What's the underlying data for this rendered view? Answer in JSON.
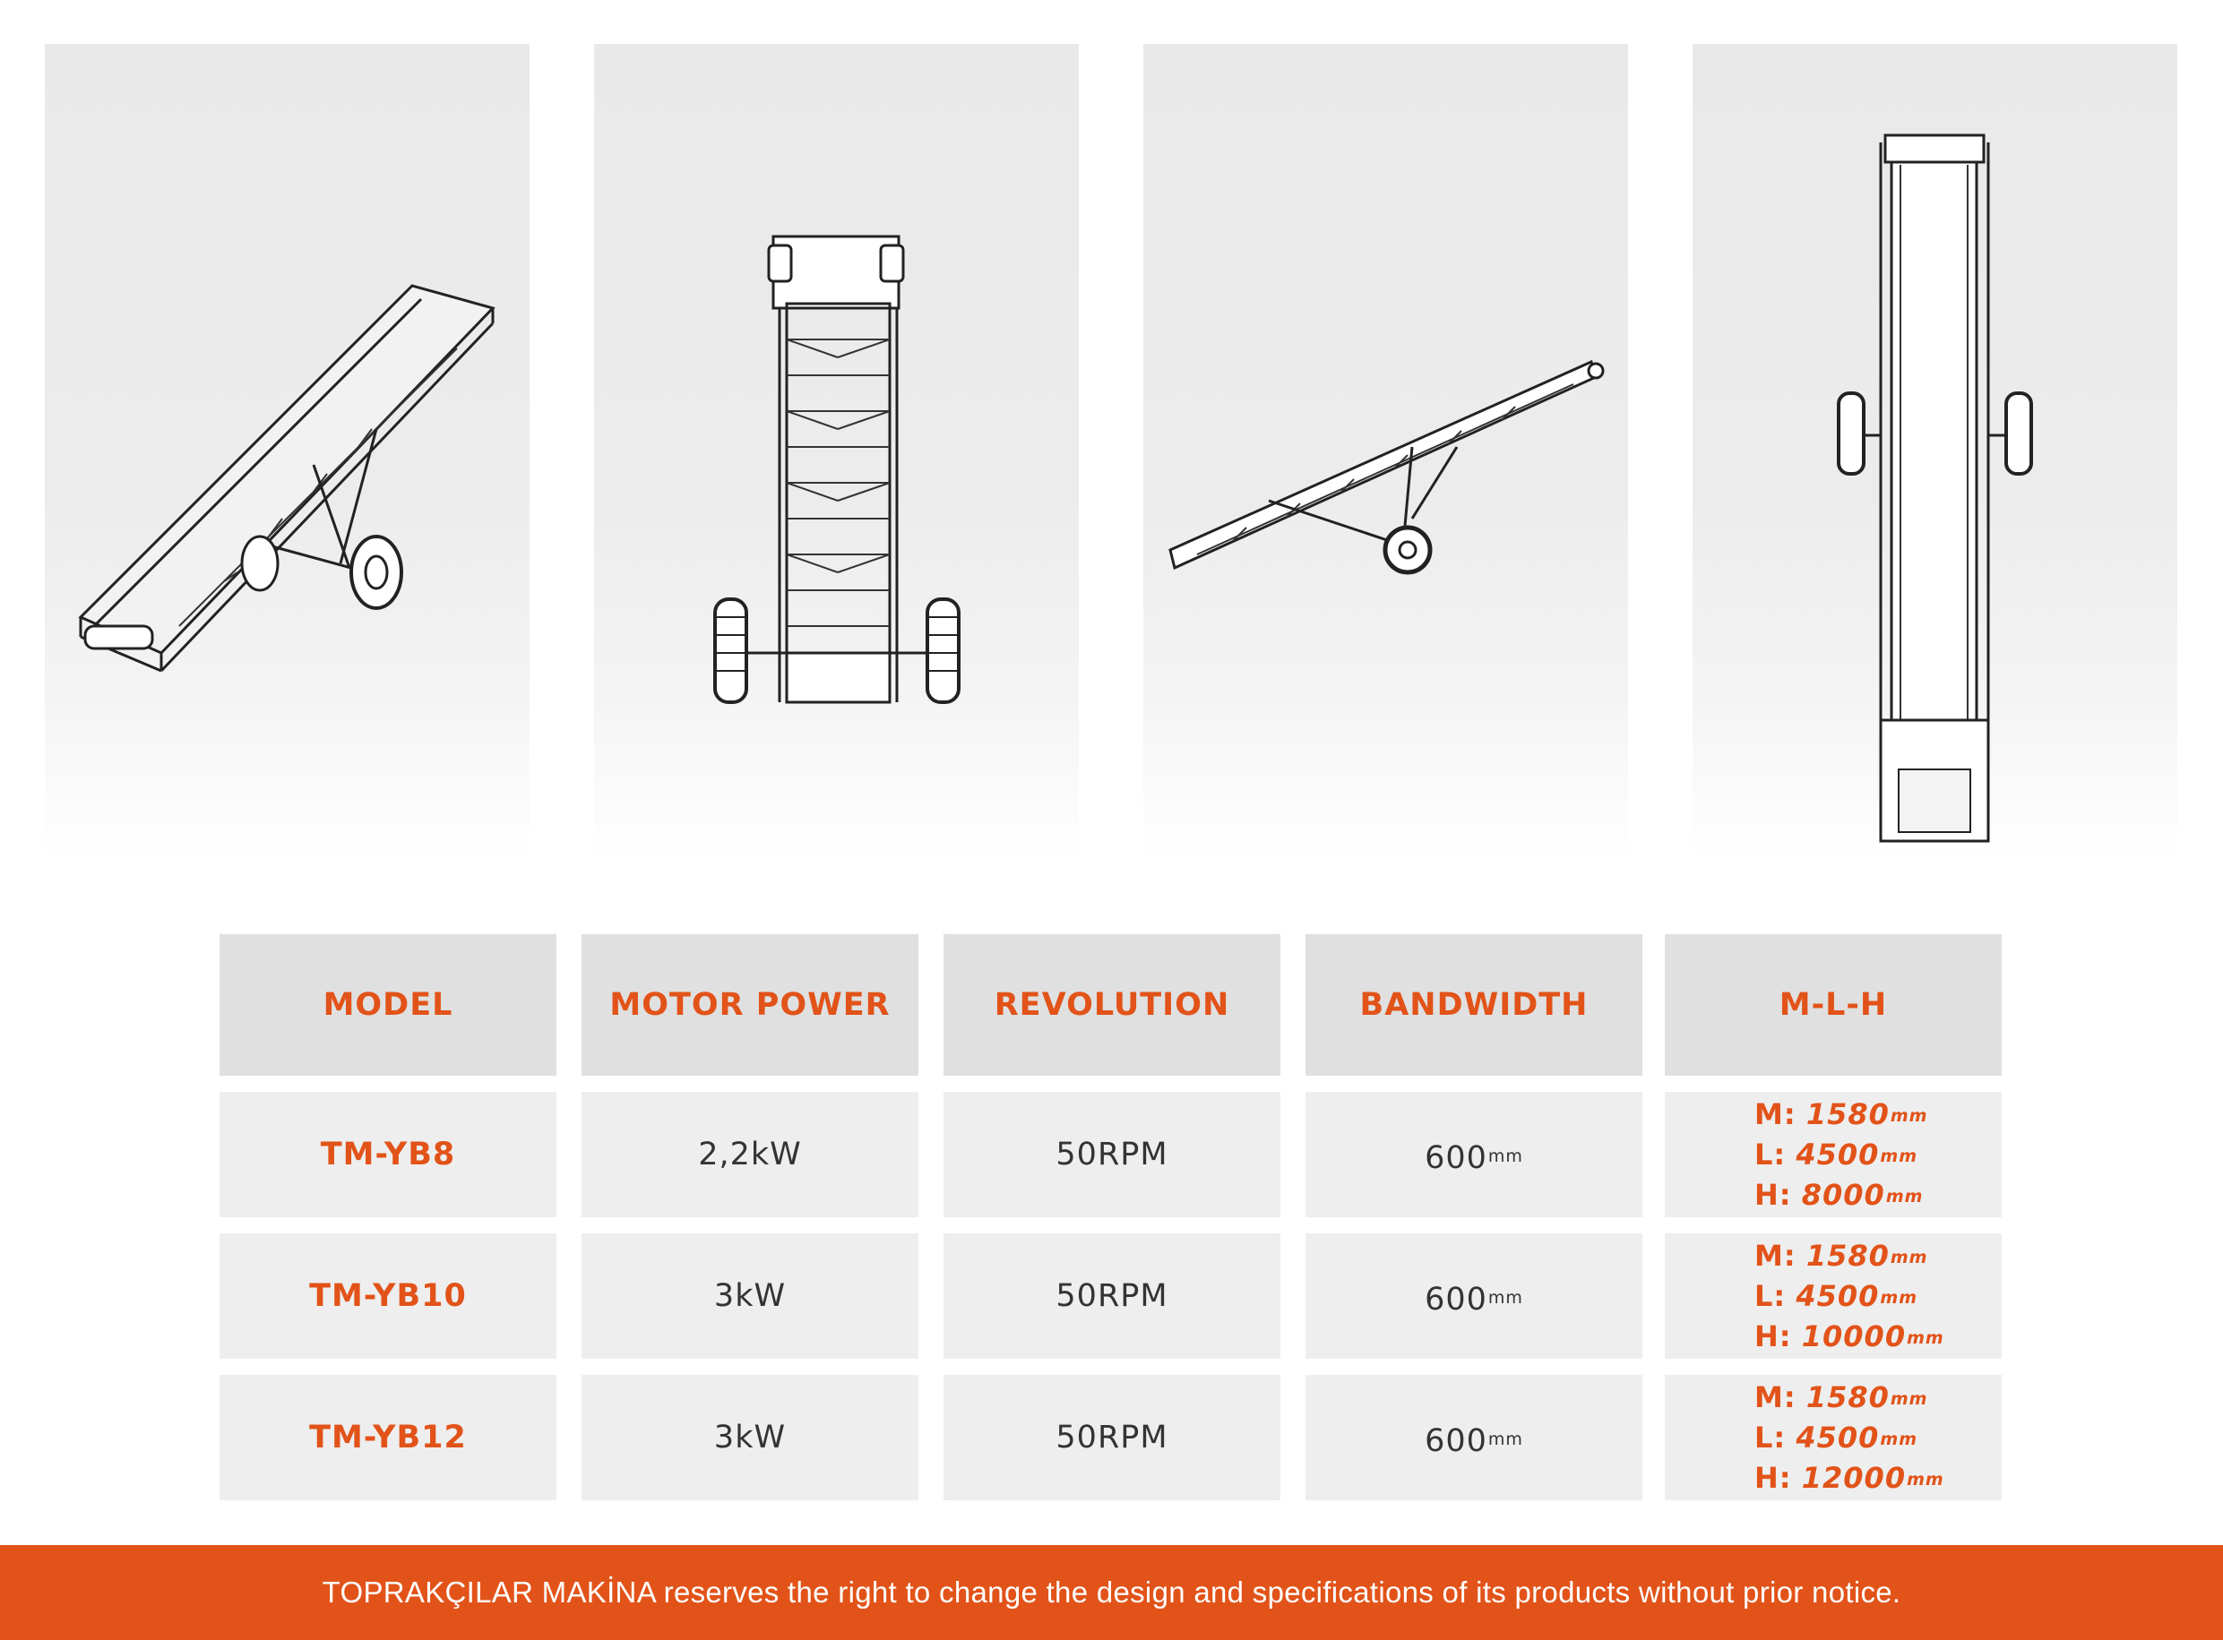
{
  "table": {
    "headers": [
      "MODEL",
      "MOTOR POWER",
      "REVOLUTION",
      "BANDWIDTH",
      "M-L-H"
    ],
    "unit_mm": "mm",
    "rows": [
      {
        "model": "TM-YB8",
        "power": "2,2kW",
        "revolution": "50RPM",
        "bandwidth": "600",
        "m_label": "M:",
        "m": "1580",
        "l_label": "L:",
        "l": "4500",
        "h_label": "H:",
        "h": "8000"
      },
      {
        "model": "TM-YB10",
        "power": "3kW",
        "revolution": "50RPM",
        "bandwidth": "600",
        "m_label": "M:",
        "m": "1580",
        "l_label": "L:",
        "l": "4500",
        "h_label": "H:",
        "h": "10000"
      },
      {
        "model": "TM-YB12",
        "power": "3kW",
        "revolution": "50RPM",
        "bandwidth": "600",
        "m_label": "M:",
        "m": "1580",
        "l_label": "L:",
        "l": "4500",
        "h_label": "H:",
        "h": "12000"
      }
    ]
  },
  "footer": {
    "notice": "TOPRAKÇILAR MAKİNA reserves the right to change the design and specifications of its products without prior notice."
  },
  "images": [
    "conveyor-perspective-view",
    "conveyor-front-view",
    "conveyor-side-view",
    "conveyor-top-view"
  ],
  "colors": {
    "accent": "#e25319",
    "header_bg": "#e0e0e0",
    "cell_bg": "#eeeeee",
    "text": "#333333"
  }
}
